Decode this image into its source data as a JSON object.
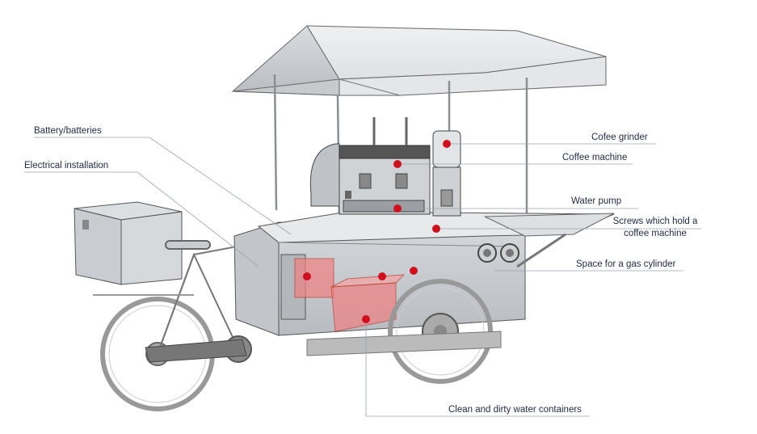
{
  "labels": {
    "battery": "Battery/batteries",
    "electrical": "Electrical installation",
    "grinder": "Cofee grinder",
    "coffee_machine": "Coffee machine",
    "water_pump": "Water pump",
    "screws_line1": "Screws which hold a",
    "screws_line2": "coffee machine",
    "gas_cylinder": "Space for a gas cylinder",
    "water_containers": "Clean and dirty water containers"
  },
  "colors": {
    "marker": "#d0101e",
    "text": "#1f2a44",
    "leader": "#9aa3ad",
    "highlight": "#f08080"
  }
}
